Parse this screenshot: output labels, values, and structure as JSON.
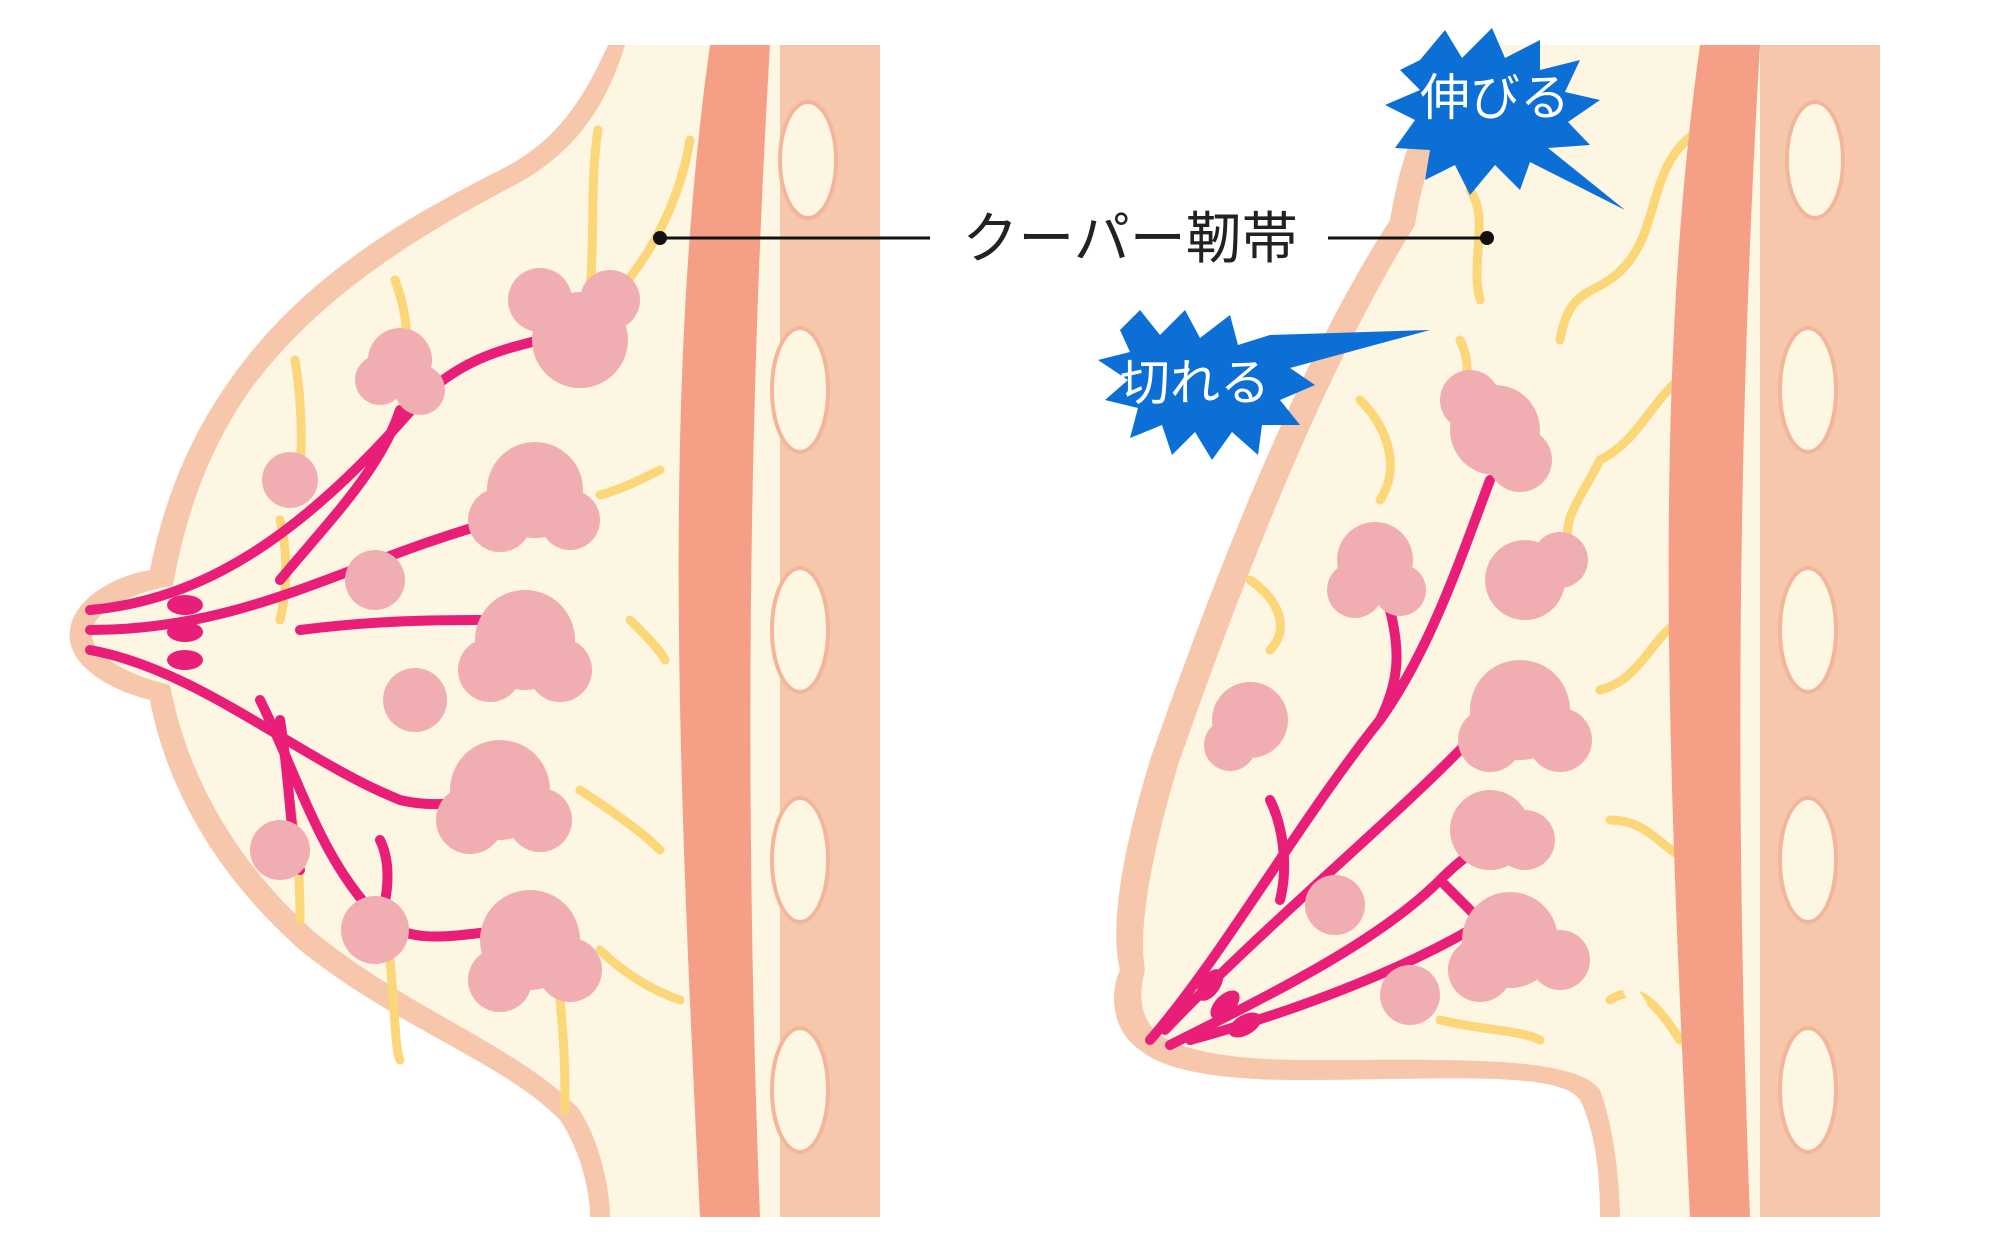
{
  "labels": {
    "ligament": "クーパー靭帯",
    "stretch": "伸びる",
    "tear": "切れる"
  },
  "colors": {
    "skin": "#f6c7ab",
    "skin_outline": "#f2b79a",
    "fat": "#fdf6e3",
    "muscle": "#f59f86",
    "ligament": "#fbd77a",
    "duct": "#e81e78",
    "lobule": "#f1aeb2",
    "callout": "#0b6fd6",
    "leader": "#111111"
  },
  "icons": {
    "stretch_callout": "burst-callout-icon",
    "tear_callout": "burst-callout-icon"
  }
}
